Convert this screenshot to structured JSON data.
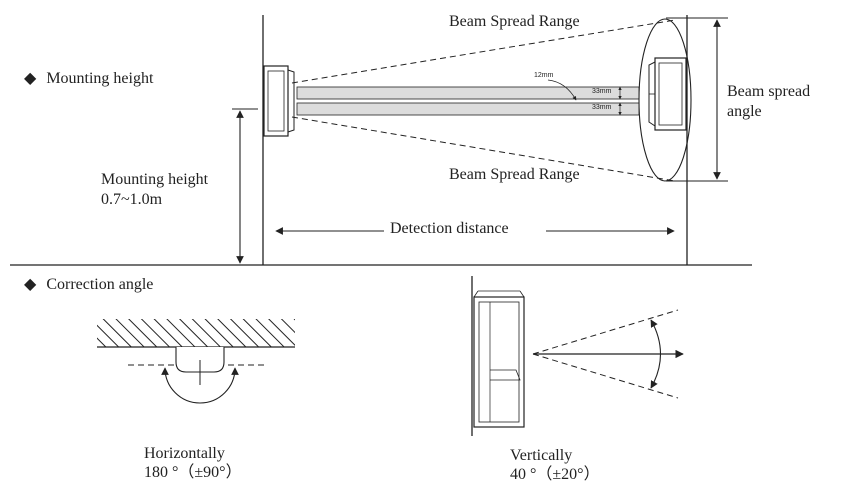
{
  "section1": {
    "bullet": "◆",
    "title": "Mounting height"
  },
  "beam": {
    "top_label": "Beam Spread Range",
    "bottom_label": "Beam Spread Range"
  },
  "beam_angle": {
    "line1": "Beam spread",
    "line2": "angle"
  },
  "beam_dims": {
    "gap": "12mm",
    "beam1": "33mm",
    "beam2": "33mm"
  },
  "mounting": {
    "label": "Mounting height",
    "value": "0.7~1.0m"
  },
  "detection": {
    "label": "Detection distance"
  },
  "section2": {
    "bullet": "◆",
    "title": "Correction angle"
  },
  "horizontal": {
    "label": "Horizontally",
    "value": "180 °（±90°）"
  },
  "vertical": {
    "label": "Vertically",
    "value": "40 °（±20°）"
  },
  "colors": {
    "line": "#222222",
    "beam_fill": "#dcdcdc",
    "background": "#ffffff"
  }
}
